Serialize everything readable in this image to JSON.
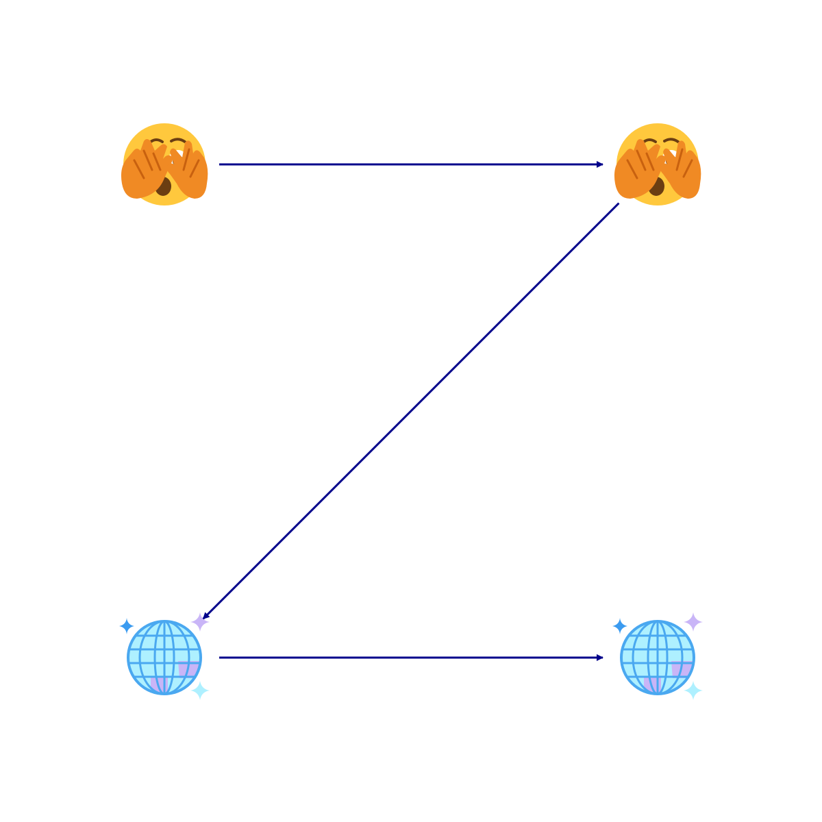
{
  "nodes": [
    {
      "id": "n1",
      "icon": "face-with-open-eyes-and-hand-over-mouth-icon"
    },
    {
      "id": "n2",
      "icon": "face-with-open-eyes-and-hand-over-mouth-icon"
    },
    {
      "id": "n3",
      "icon": "mirror-ball-icon"
    },
    {
      "id": "n4",
      "icon": "mirror-ball-icon"
    }
  ],
  "edges": [
    {
      "from": "n1",
      "to": "n2"
    },
    {
      "from": "n2",
      "to": "n3"
    },
    {
      "from": "n3",
      "to": "n4"
    }
  ],
  "colors": {
    "arrow": "#00008b",
    "face": "#ffc83d",
    "hand": "#f08a24",
    "hand_line": "#c8610f",
    "feature": "#6b3e12",
    "ball_fill": "#aef0ff",
    "ball_line": "#4aa8f0",
    "ball_purple": "#c9b5f7",
    "sparkle_blue": "#3b9bf0",
    "sparkle_purple": "#c9b5f7",
    "sparkle_cyan": "#aef0ff"
  }
}
